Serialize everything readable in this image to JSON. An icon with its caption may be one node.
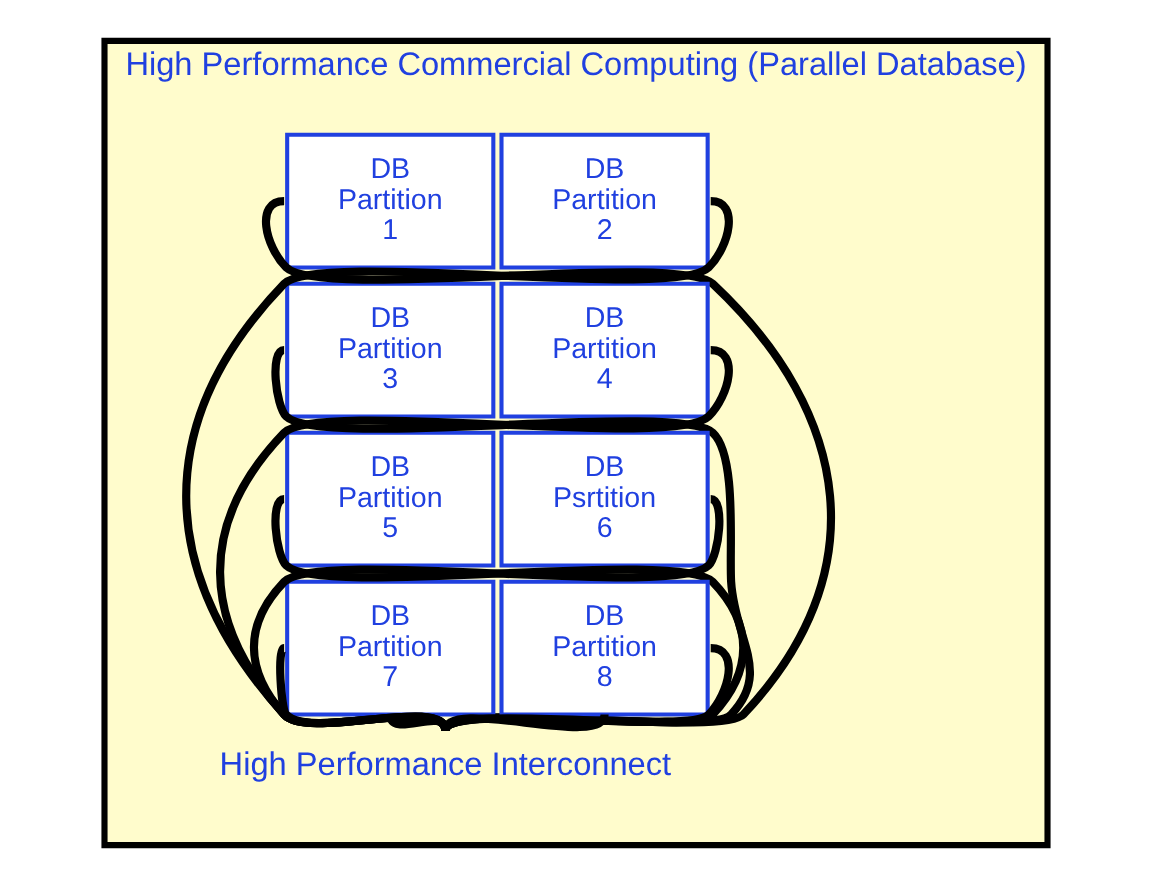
{
  "diagram": {
    "nodes": [
      {
        "text": [
          "High Performance Commercial Computing (Parallel Database)"
        ]
      },
      {
        "text": [
          "DB Partition 1"
        ],
        "in": 0
      },
      {
        "text": [
          "DB Partition 2"
        ],
        "in": 0
      },
      {
        "text": [
          "DB Partition 3"
        ],
        "in": 0
      },
      {
        "text": [
          "DB Partition 4"
        ],
        "in": 0
      },
      {
        "text": [
          "DB Partition 5"
        ],
        "in": 0
      },
      {
        "text": [
          "DB Psrtition 6"
        ],
        "in": 0
      },
      {
        "text": [
          "DB Partition 7"
        ],
        "in": 0
      },
      {
        "text": [
          "DB Partition 8"
        ],
        "in": 0
      },
      {
        "text": [
          "High Performance Interconnect"
        ],
        "in": 0
      }
    ],
    "edges": [
      {
        "from": 1,
        "to": 9,
        "arrow": "none"
      },
      {
        "from": 2,
        "to": 9,
        "arrow": "none"
      },
      {
        "from": 3,
        "to": 9,
        "arrow": "none"
      },
      {
        "from": 4,
        "to": 9,
        "arrow": "none"
      },
      {
        "from": 5,
        "to": 9,
        "arrow": "none"
      },
      {
        "from": 6,
        "to": 9,
        "arrow": "none"
      },
      {
        "from": 7,
        "to": 9,
        "arrow": "none"
      },
      {
        "from": 8,
        "to": 9,
        "arrow": "none"
      },
      {
        "from": 7,
        "to": 9,
        "arrow": "none"
      },
      {
        "from": 8,
        "to": 9,
        "arrow": "none"
      }
    ]
  }
}
